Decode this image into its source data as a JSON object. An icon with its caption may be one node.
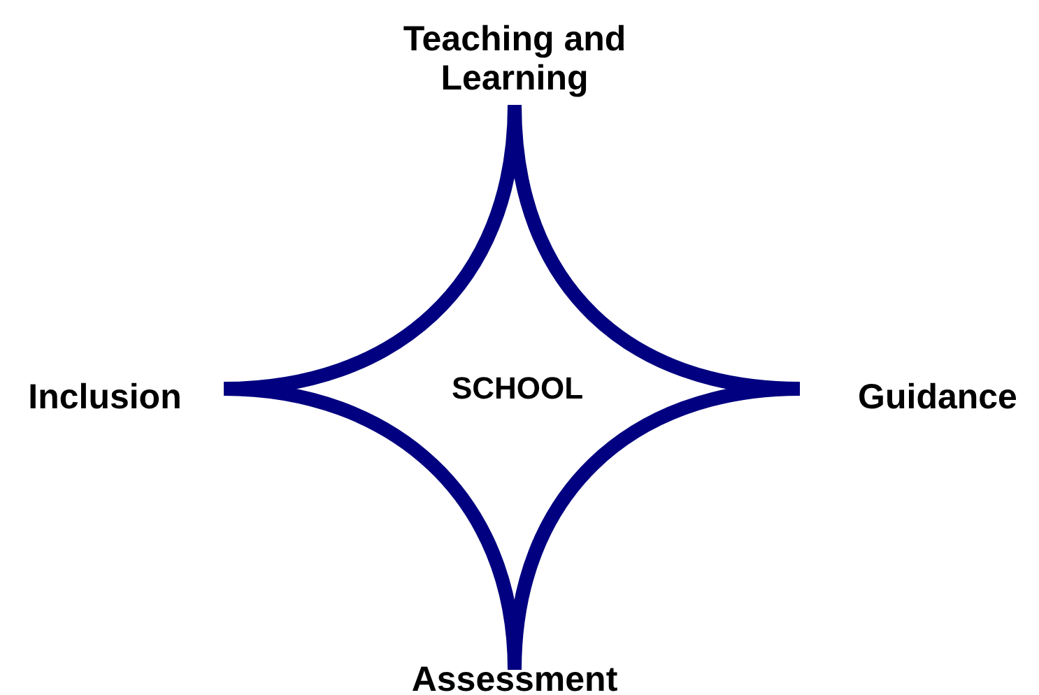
{
  "diagram": {
    "nodes": [
      {
        "text": [
          "SCHOOL"
        ]
      }
    ],
    "labels": [
      "Teaching and Learning",
      "Inclusion",
      "Guidance",
      "Assessment"
    ]
  }
}
